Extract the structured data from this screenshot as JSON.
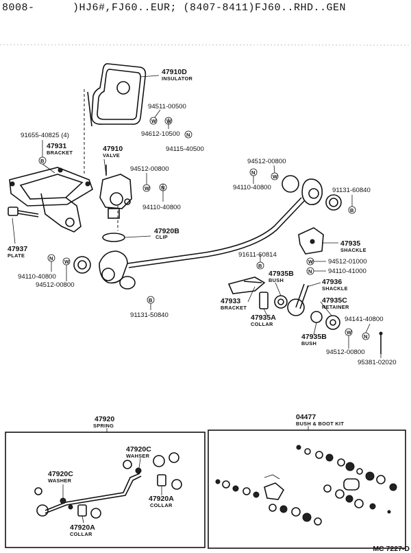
{
  "header": {
    "model_code": "8008-",
    "applicability": ")HJ6#,FJ60..EUR; (8407-8411)FJ60..RHD..GEN"
  },
  "symbols": {
    "bolt": "B",
    "washer": "W",
    "nut": "N"
  },
  "callouts": {
    "p47910D": {
      "num": "47910D",
      "name": "INSULATOR"
    },
    "p94511_00500": {
      "num": "94511-00500"
    },
    "p94612_10500": {
      "num": "94612-10500"
    },
    "p94115_40500": {
      "num": "94115-40500"
    },
    "p91655_40825": {
      "num": "91655-40825 (4)"
    },
    "p47931": {
      "num": "47931",
      "name": "BRACKET"
    },
    "p47910": {
      "num": "47910",
      "name": "VALVE"
    },
    "p94512_00800_a": {
      "num": "94512-00800"
    },
    "p94110_40800_a": {
      "num": "94110-40800"
    },
    "p47920B": {
      "num": "47920B",
      "name": "CLIP"
    },
    "p47937": {
      "num": "47937",
      "name": "PLATE"
    },
    "p94110_40800_b": {
      "num": "94110-40800"
    },
    "p94512_00800_b": {
      "num": "94512-00800"
    },
    "p91131_50840": {
      "num": "91131-50840"
    },
    "p94512_00800_c": {
      "num": "94512-00800"
    },
    "p94110_40800_c": {
      "num": "94110-40800"
    },
    "p91131_60840": {
      "num": "91131-60840"
    },
    "p47935": {
      "num": "47935",
      "name": "SHACKLE"
    },
    "p91611_60814": {
      "num": "91611-60814"
    },
    "p94512_01000": {
      "num": "94512-01000"
    },
    "p94110_41000": {
      "num": "94110-41000"
    },
    "p47935B_a": {
      "num": "47935B",
      "name": "BUSH"
    },
    "p47936": {
      "num": "47936",
      "name": "SHACKLE"
    },
    "p47933": {
      "num": "47933",
      "name": "BRACKET"
    },
    "p47935C": {
      "num": "47935C",
      "name": "RETAINER"
    },
    "p47935A": {
      "num": "47935A",
      "name": "COLLAR"
    },
    "p94141_40800": {
      "num": "94141-40800"
    },
    "p47935B_b": {
      "num": "47935B",
      "name": "BUSH"
    },
    "p94512_00800_d": {
      "num": "94512-00800"
    },
    "p95381_02020": {
      "num": "95381-02020"
    }
  },
  "kits": {
    "spring": {
      "num": "47920",
      "name": "SPRING",
      "p47920C_a": {
        "num": "47920C",
        "name": "WAHSER"
      },
      "p47920C_b": {
        "num": "47920C",
        "name": "WASHER"
      },
      "p47920A_a": {
        "num": "47920A",
        "name": "COLLAR"
      },
      "p47920A_b": {
        "num": "47920A",
        "name": "COLLAR"
      }
    },
    "bush_boot": {
      "num": "04477",
      "name": "BUSH & BOOT KIT"
    }
  },
  "footer": {
    "ref": "MC  7227-D"
  }
}
